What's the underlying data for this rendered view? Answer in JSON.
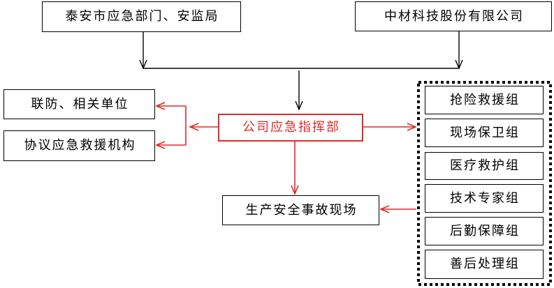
{
  "nodes": {
    "authority": "泰安市应急部门、安监局",
    "company": "中材科技股份有限公司",
    "joint_units": "联防、相关单位",
    "rescue_agency": "协议应急救援机构",
    "command": "公司应急指挥部",
    "scene": "生产安全事故现场"
  },
  "groups": [
    "抢险救援组",
    "现场保卫组",
    "医疗救护组",
    "技术专家组",
    "后勤保障组",
    "善后处理组"
  ],
  "colors": {
    "line": "#000000",
    "command": "#e02a2a"
  }
}
